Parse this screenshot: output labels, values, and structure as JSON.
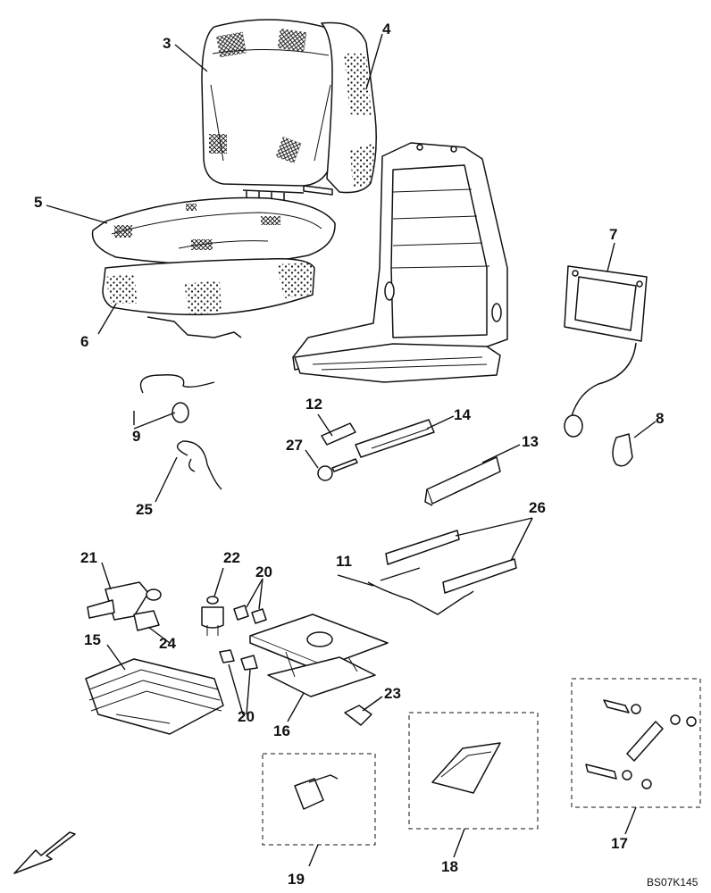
{
  "callouts": {
    "c3": "3",
    "c4": "4",
    "c5": "5",
    "c6": "6",
    "c7": "7",
    "c8": "8",
    "c9": "9",
    "c11": "11",
    "c12": "12",
    "c13": "13",
    "c14": "14",
    "c15": "15",
    "c16": "16",
    "c17": "17",
    "c18": "18",
    "c19": "19",
    "c20a": "20",
    "c20b": "20",
    "c21": "21",
    "c22": "22",
    "c23": "23",
    "c24": "24",
    "c25": "25",
    "c26": "26",
    "c27": "27"
  },
  "drawing_code": "BS07K145"
}
